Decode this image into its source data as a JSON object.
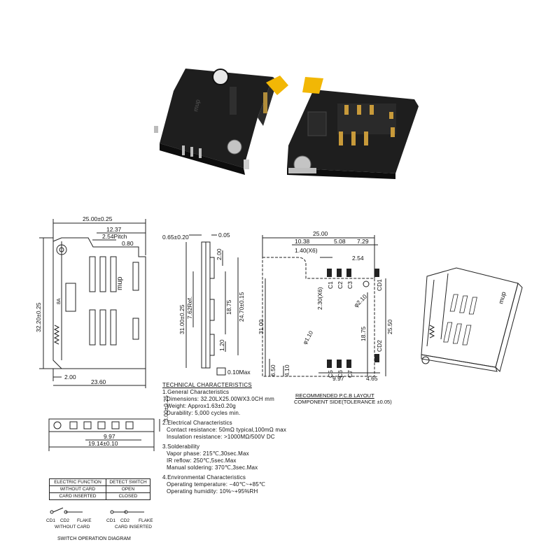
{
  "photo": {
    "left_label": "mup",
    "colors": {
      "body": "#1c1c1c",
      "latch": "#f2b705",
      "metal": "#c9c9c9",
      "gold": "#c89a3a"
    }
  },
  "drawing_front": {
    "dims": {
      "width": "25.00±0.25",
      "d1": "12.37",
      "d2": "2.54Pitch",
      "d3": "0.80",
      "height": "32.20±0.25",
      "d4": "2.00",
      "d5": "23.60"
    },
    "logo": "mup",
    "mark": "8A"
  },
  "drawing_side": {
    "dims": {
      "a": "0.65±0.20",
      "b": "0.05",
      "c": "2.00",
      "d": "7.62Ref.",
      "e": "18.75",
      "f": "24.70±0.15",
      "g": "31.00±0.25",
      "h": "1.20"
    },
    "flatness": "0.10Max"
  },
  "pcb_layout": {
    "dims": {
      "w": "25.00",
      "a": "10.38",
      "b": "5.08",
      "c": "7.29",
      "d": "1.40(X6)",
      "e": "2.54",
      "f": "2.30(X6)",
      "g": "φ2.10",
      "h": "31.00",
      "i": "18.75",
      "j": "25.50",
      "k": "φ1.10",
      "l": "6.50",
      "m": "4.10",
      "n": "9.97",
      "o": "4.65"
    },
    "pads": {
      "c1": "C1",
      "c2": "C2",
      "c3": "C3",
      "cd1": "CD1",
      "cd2": "CD2",
      "c5": "C5",
      "c6": "C6",
      "c7": "C7"
    },
    "caption1": "RECOMMENDED P.C.B LAYOUT",
    "caption2": "COMPONENT SIDE(TOLERANCE ±0.05)"
  },
  "drawing_bottom": {
    "dims": {
      "h": "3.00±0.25",
      "a": "9.97",
      "b": "19.14±0.10"
    }
  },
  "iso_view": {
    "logo": "mup"
  },
  "tech": {
    "title": "TECHNICAL CHARACTERISTICS",
    "general": "1.General Characteristics",
    "dimensions": "Dimensions: 32.20LX25.00WX3.0CH mm",
    "weight": "Weight: Approx1.63±0.20g",
    "durability": "Durability: 5,000 cycles min.",
    "electrical": "2.Electrical Characteristics",
    "contact": "Contact resistance: 50mΩ typical,100mΩ max",
    "insulation": "Insulation resistance: >1000MΩ/500V DC",
    "solder": "3.Solderability",
    "vapor": "Vapor phase: 215℃,30sec.Max",
    "ir": "IR reflow: 250℃,5sec.Max",
    "manual": "Manual soldering: 370℃,3sec.Max",
    "env": "4.Environmental Characteristics",
    "optemp": "Operating temperature: −40℃~+85℃",
    "ophum": "Operating humidity: 10%~+95%RH"
  },
  "switch": {
    "h1": "ELECTRIC FUNCTION",
    "h2": "DETECT SWITCH",
    "r1a": "WITHOUT CARD",
    "r1b": "OPEN",
    "r2a": "CARD INSERTED",
    "r2b": "CLOSED",
    "cd1": "CD1",
    "cd2": "CD2",
    "flake": "FLAKE",
    "without": "WITHOUT CARD",
    "inserted": "CARD INSERTED",
    "diagram_title": "SWITCH OPERATION DIAGRAM"
  }
}
